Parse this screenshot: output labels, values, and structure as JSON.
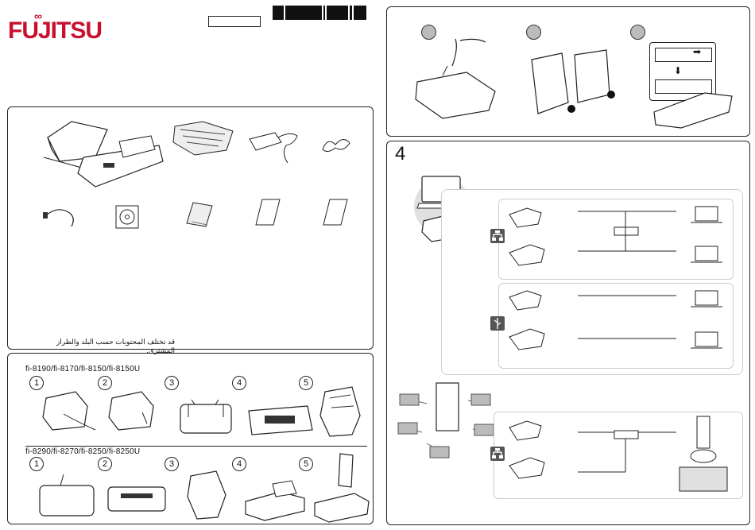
{
  "brand": {
    "logo_text": "FUJITSU"
  },
  "contents_note": "قد تختلف المحتويات حسب البلد والطراز المشترى.",
  "models": {
    "group1": "fi-8190/fi-8170/fi-8150/fi-8150U",
    "group2": "fi-8290/fi-8270/fi-8250/fi-8250U"
  },
  "steps": [
    "1",
    "2",
    "3",
    "4",
    "5"
  ],
  "section_number": "4",
  "icons": {
    "network": "network-icon",
    "usb": "usb-icon"
  },
  "colors": {
    "brand_red": "#c8102e",
    "panel_border": "#222222",
    "highlight_panel": "#e0e0e0"
  }
}
